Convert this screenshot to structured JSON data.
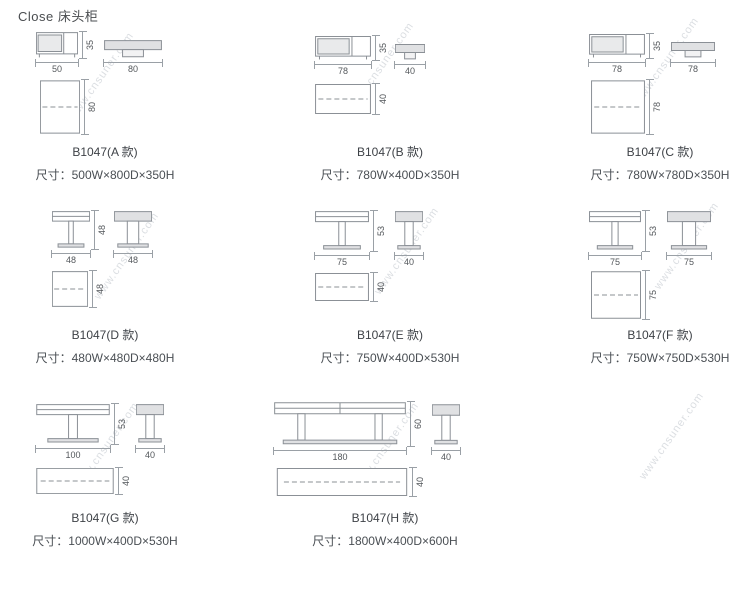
{
  "page": {
    "title": "Close 床头柜",
    "watermark": "www.cnsuner.com"
  },
  "items": [
    {
      "id": "A",
      "model": "B1047(A 款)",
      "size": "尺寸：500W×800D×350H",
      "front_w": "50",
      "front_h": "35",
      "side_w": "80",
      "plan_d": "80"
    },
    {
      "id": "B",
      "model": "B1047(B 款)",
      "size": "尺寸：780W×400D×350H",
      "front_w": "78",
      "front_h": "35",
      "side_w": "40",
      "plan_d": "40"
    },
    {
      "id": "C",
      "model": "B1047(C 款)",
      "size": "尺寸：780W×780D×350H",
      "front_w": "78",
      "front_h": "35",
      "side_w": "78",
      "plan_d": "78"
    },
    {
      "id": "D",
      "model": "B1047(D 款)",
      "size": "尺寸：480W×480D×480H",
      "front_w": "48",
      "front_h": "48",
      "side_w": "48",
      "plan_d": "48"
    },
    {
      "id": "E",
      "model": "B1047(E 款)",
      "size": "尺寸：750W×400D×530H",
      "front_w": "75",
      "front_h": "53",
      "side_w": "40",
      "plan_d": "40"
    },
    {
      "id": "F",
      "model": "B1047(F 款)",
      "size": "尺寸：750W×750D×530H",
      "front_w": "75",
      "front_h": "53",
      "side_w": "75",
      "plan_d": "75"
    },
    {
      "id": "G",
      "model": "B1047(G 款)",
      "size": "尺寸：1000W×400D×530H",
      "front_w": "100",
      "front_h": "53",
      "side_w": "40",
      "plan_d": "40"
    },
    {
      "id": "H",
      "model": "B1047(H 款)",
      "size": "尺寸：1800W×400D×600H",
      "front_w": "180",
      "front_h": "60",
      "side_w": "40",
      "plan_d": "40"
    }
  ]
}
